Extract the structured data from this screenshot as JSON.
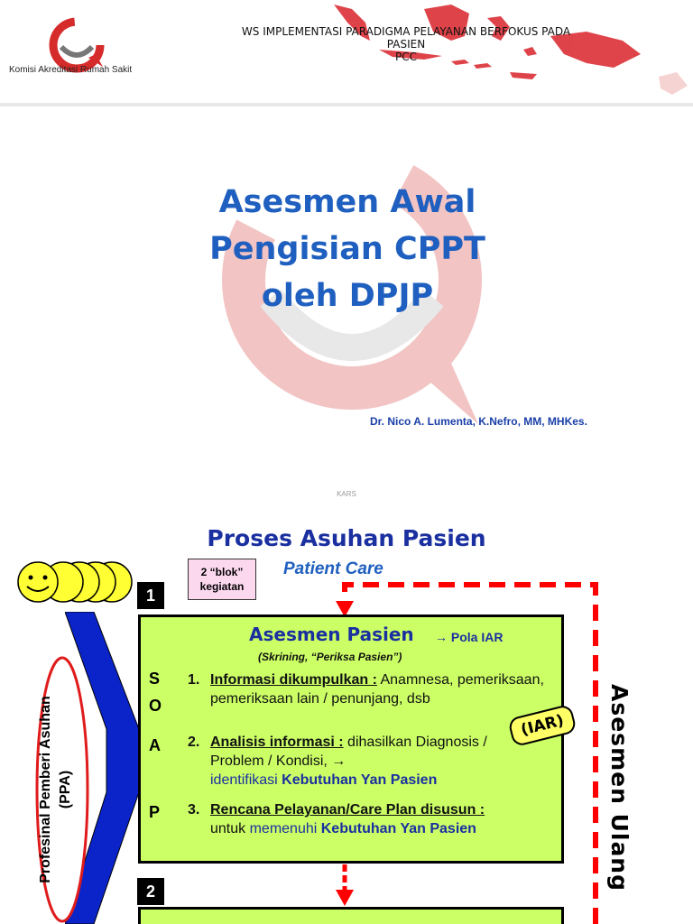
{
  "slide1": {
    "logo_text": "Komisi Akreditasi Rumah Sakit",
    "header_lines": [
      "WS IMPLEMENTASI PARADIGMA PELAYANAN BERFOKUS PADA",
      "PASIEN",
      "PCC"
    ],
    "title_lines": [
      "Asesmen Awal",
      "Pengisian CPPT",
      "oleh DPJP"
    ],
    "author": "Dr. Nico A. Lumenta, K.Nefro, MM, MHKes.",
    "footer": "KARS",
    "colors": {
      "brand_red": "#d62b2b",
      "title_blue": "#1f5fbf"
    }
  },
  "slide2": {
    "title": "Proses Asuhan Pasien",
    "subtitle": "Patient Care",
    "blok_line1": "2 “blok”",
    "blok_line2": "kegiatan",
    "num1": "1",
    "num2": "2",
    "box_title": "Asesmen Pasien",
    "box_pola": "→ Pola IAR",
    "box_sub": "(Skrining, “Periksa Pasien”)",
    "soap": [
      "S",
      "O",
      "A",
      "P"
    ],
    "items": [
      {
        "n": "1.",
        "head": "Informasi dikumpulkan :",
        "rest": " Anamnesa, pemeriksaan, pemeriksaan lain / penunjang, dsb"
      },
      {
        "n": "2.",
        "head": "Analisis informasi :",
        "rest": " dihasilkan Diagnosis / Problem / Kondisi, →",
        "blue_a": "identifikasi ",
        "blue_b": "Kebutuhan Yan Pasien"
      },
      {
        "n": "3.",
        "head": "Rencana Pelayanan/Care Plan disusun :",
        "rest": "untuk ",
        "blue_a": "memenuhi ",
        "blue_b": "Kebutuhan Yan Pasien"
      }
    ],
    "iar": "(IAR)",
    "ulang": "Asesmen Ulang",
    "ppa_line1": "Profesinal Pemberi Asuhan",
    "ppa_line2": "(PPA)",
    "colors": {
      "box_green": "#ccff66",
      "dash_red": "#ff0000",
      "navy": "#1a2fa0"
    }
  }
}
